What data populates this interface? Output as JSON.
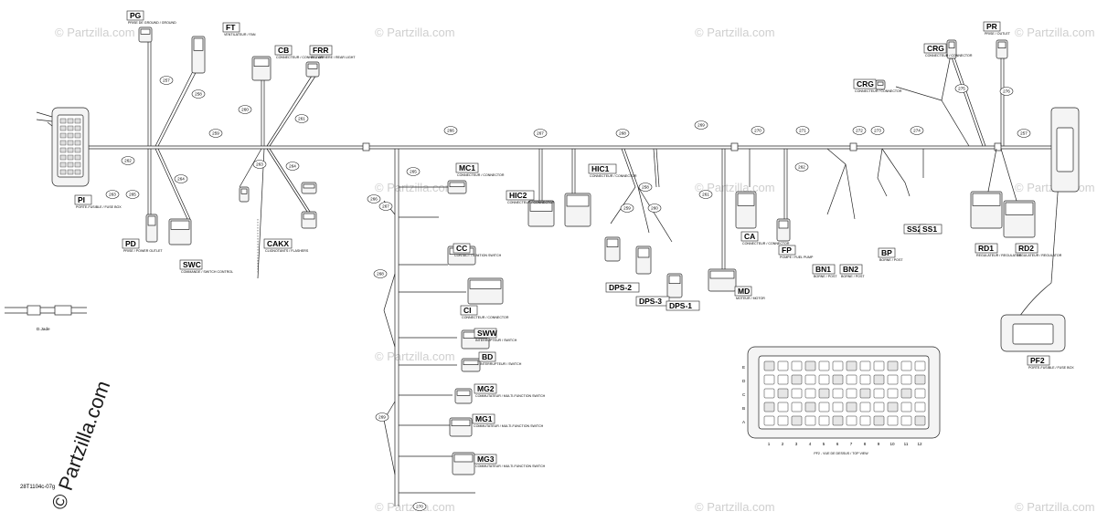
{
  "figure_id": "28T1104c-07g",
  "watermark": "Partzilla.com",
  "watermark_copyright": "© Partzilla.com",
  "legend_text": "D.Jade",
  "connectors": [
    {
      "code": "PG",
      "desc": "PRISE DE GROUND / GROUND"
    },
    {
      "code": "FT",
      "desc": "VENTILATEUR / FAN"
    },
    {
      "code": "CB",
      "desc": "CONNECTEUR / CONNECTOR"
    },
    {
      "code": "FRR",
      "desc": "FEU ARRIERE / REAR LIGHT"
    },
    {
      "code": "CRG",
      "desc": "CONNECTEUR / CONNECTOR"
    },
    {
      "code": "CRG",
      "desc": "CONNECTEUR / CONNECTOR"
    },
    {
      "code": "PR",
      "desc": "PRISE / OUTLET"
    },
    {
      "code": "PI",
      "desc": "PORTE-FUSIBLE / FUSE BOX"
    },
    {
      "code": "PD",
      "desc": "PRISE / POWER OUTLET"
    },
    {
      "code": "SWC",
      "desc": "COMMANDE / SWITCH CONTROL"
    },
    {
      "code": "CAKX",
      "desc": "CLIGNOTANTS / FLASHERS"
    },
    {
      "code": "MC1",
      "desc": "CONNECTEUR / CONNECTOR"
    },
    {
      "code": "HIC2",
      "desc": "CONNECTEUR / CONNECTOR"
    },
    {
      "code": "HIC1",
      "desc": "CONNECTEUR / CONNECTOR"
    },
    {
      "code": "CC",
      "desc": "CONTACT / IGNITION SWITCH"
    },
    {
      "code": "CI",
      "desc": "CONNECTEUR / CONNECTOR"
    },
    {
      "code": "SWW",
      "desc": "INTERRUPTEUR / SWITCH"
    },
    {
      "code": "BD",
      "desc": "INTERRUPTEUR / SWITCH"
    },
    {
      "code": "MG2",
      "desc": "COMMUTATEUR / MULTI-FUNCTION SWITCH"
    },
    {
      "code": "MG1",
      "desc": "COMMUTATEUR / MULTI-FUNCTION SWITCH"
    },
    {
      "code": "MG3",
      "desc": "COMMUTATEUR / MULTI-FUNCTION SWITCH"
    },
    {
      "code": "DPS-2",
      "desc": ""
    },
    {
      "code": "DPS-3",
      "desc": ""
    },
    {
      "code": "DPS-1",
      "desc": ""
    },
    {
      "code": "CA",
      "desc": "CONNECTEUR / CONNECTOR"
    },
    {
      "code": "MD",
      "desc": "MOTEUR / MOTOR"
    },
    {
      "code": "FP",
      "desc": "POMPE / FUEL PUMP"
    },
    {
      "code": "BN1",
      "desc": "BORNE / POST"
    },
    {
      "code": "BN2",
      "desc": "BORNE / POST"
    },
    {
      "code": "BP",
      "desc": "BORNE / POST"
    },
    {
      "code": "SS2",
      "desc": ""
    },
    {
      "code": "SS1",
      "desc": ""
    },
    {
      "code": "RD1",
      "desc": "REGULATEUR / REGULATOR"
    },
    {
      "code": "RD2",
      "desc": "REGULATEUR / REGULATOR"
    },
    {
      "code": "PF2",
      "desc": "PORTE-FUSIBLE / FUSE BOX"
    }
  ],
  "wire_numbers": [
    "257",
    "258",
    "259",
    "260",
    "261",
    "262",
    "263",
    "264",
    "265",
    "266",
    "267",
    "268",
    "269",
    "270",
    "271",
    "272",
    "273",
    "274",
    "275",
    "276"
  ],
  "fuse_box": {
    "title": "PF2 - VUE DE DESSUS / TOP VIEW",
    "rows": [
      "E",
      "D",
      "C",
      "B",
      "A"
    ],
    "columns": [
      "1",
      "2",
      "3",
      "4",
      "5",
      "6",
      "7",
      "8",
      "9",
      "10",
      "11",
      "12"
    ]
  },
  "colors": {
    "line": "#222222",
    "watermark": "#cfcfcf"
  }
}
